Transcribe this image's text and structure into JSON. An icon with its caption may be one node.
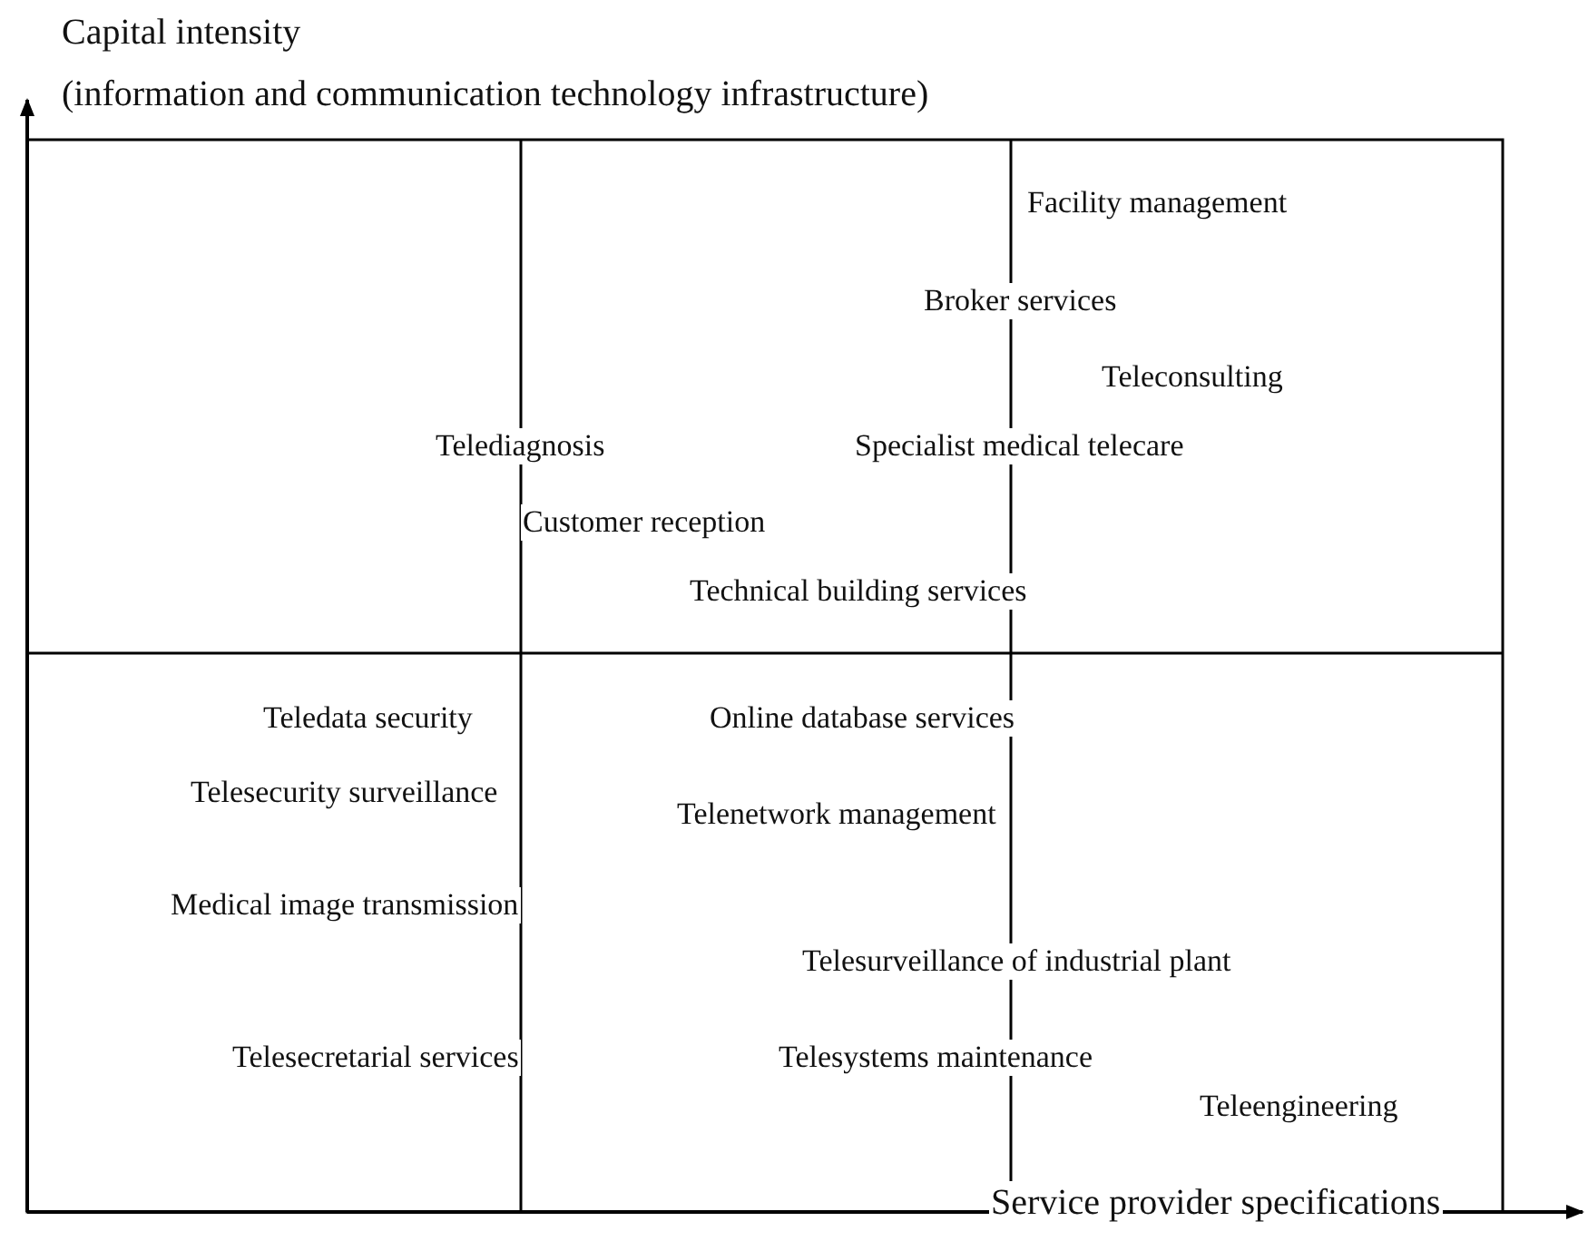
{
  "diagram": {
    "labels": [
      "Capital intensity",
      "(information and communication technology infrastructure)",
      "Facility management",
      "Broker services",
      "Teleconsulting",
      "Telediagnosis",
      "Specialist medical telecare",
      "Customer reception",
      "Technical building services",
      "Teledata security",
      "Online database services",
      "Telesecurity surveillance",
      "Telenetwork management",
      "Medical image transmission",
      "Telesurveillance of industrial plant",
      "Telesecretarial services",
      "Telesystems maintenance",
      "Teleengineering",
      "Service provider specifications"
    ]
  }
}
